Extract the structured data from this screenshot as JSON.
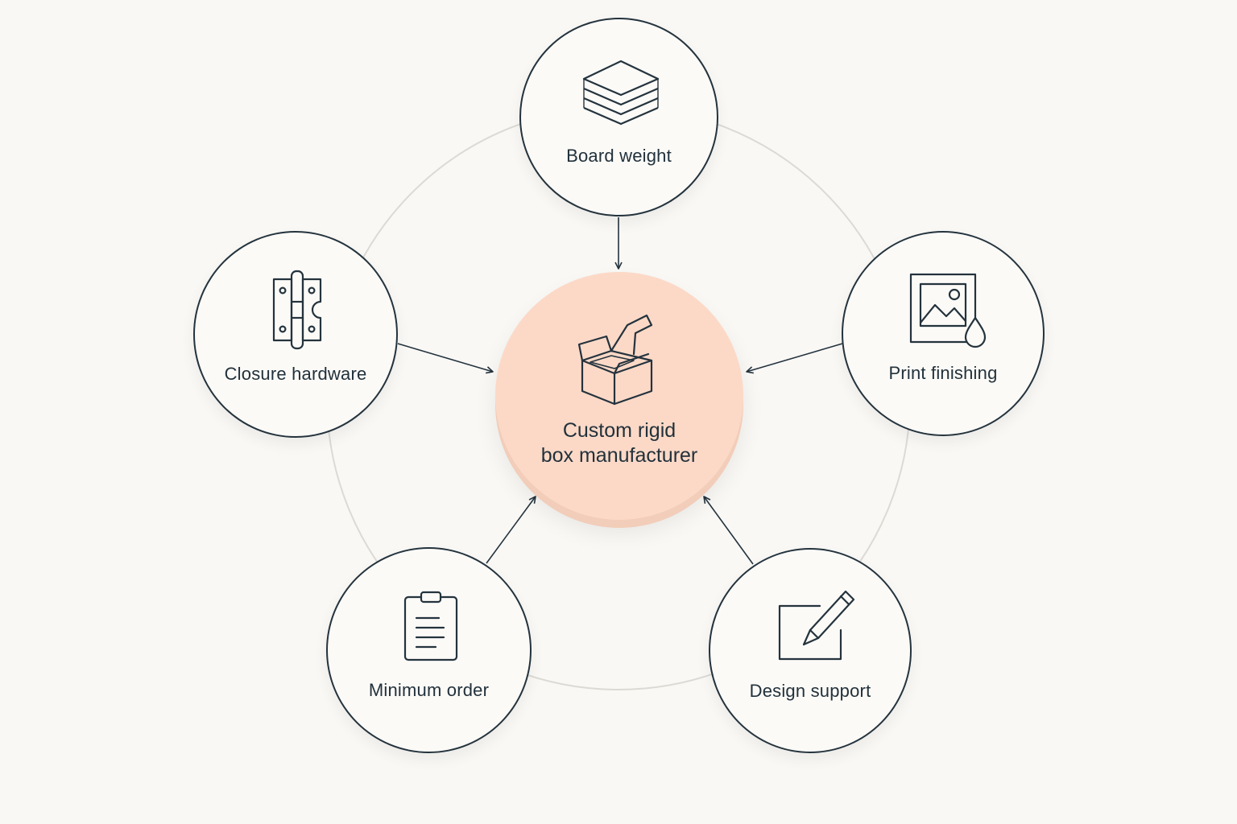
{
  "colors": {
    "background": "#f9f8f5",
    "stroke": "#24333d",
    "ring": "#dcdad4",
    "center_fill": "#fcd9c7"
  },
  "center": {
    "icon": "open-box-icon",
    "line1": "Custom rigid",
    "line2": "box manufacturer"
  },
  "nodes": {
    "board_weight": {
      "icon": "layers-icon",
      "label": "Board weight"
    },
    "print_finishing": {
      "icon": "image-droplet-icon",
      "label": "Print finishing"
    },
    "design_support": {
      "icon": "edit-pencil-icon",
      "label": "Design support"
    },
    "minimum_order": {
      "icon": "clipboard-icon",
      "label": "Minimum order"
    },
    "closure_hardware": {
      "icon": "hinge-icon",
      "label": "Closure hardware"
    }
  }
}
